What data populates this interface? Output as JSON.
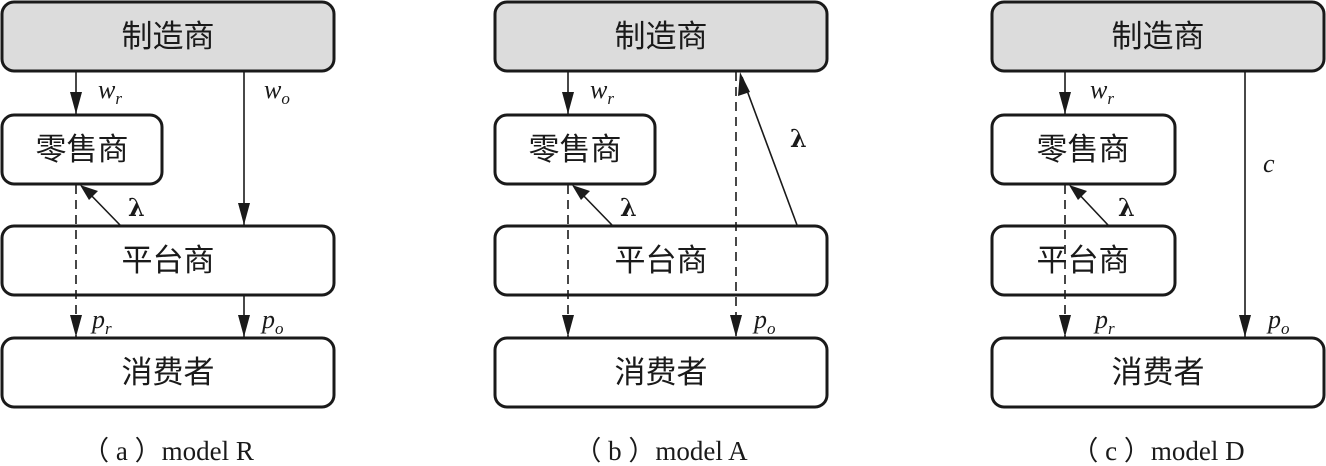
{
  "nodes": {
    "manufacturer": "制造商",
    "retailer": "零售商",
    "platform": "平台商",
    "consumer": "消费者"
  },
  "labels": {
    "wr_main": "w",
    "wr_sub": "r",
    "wo_main": "w",
    "wo_sub": "o",
    "pr_main": "p",
    "pr_sub": "r",
    "po_main": "p",
    "po_sub": "o",
    "lambda": "λ",
    "c": "c"
  },
  "panels": [
    {
      "id": "a",
      "caption": "（ a ）model R"
    },
    {
      "id": "b",
      "caption": "（ b ）model A"
    },
    {
      "id": "c",
      "caption": "（ c ）model D"
    }
  ],
  "colors": {
    "manufacturer_fill": "#dcdcdc",
    "stroke": "#1a1a1a"
  }
}
